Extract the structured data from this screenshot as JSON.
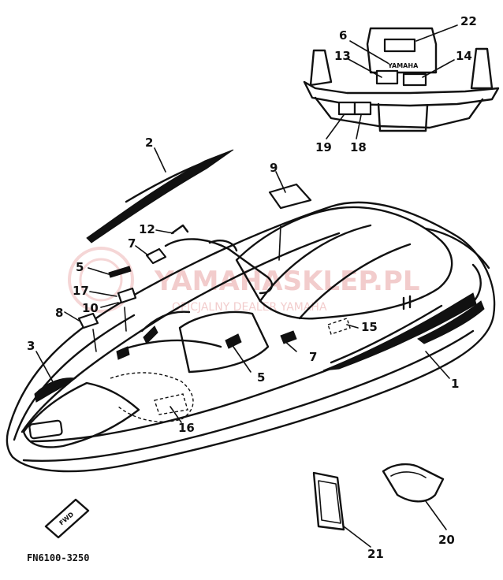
{
  "diagram": {
    "drawing_code": "FN6100-3250",
    "callouts": {
      "c1": "1",
      "c2": "2",
      "c3": "3",
      "c5a": "5",
      "c5b": "5",
      "c6": "6",
      "c7a": "7",
      "c7b": "7",
      "c8": "8",
      "c9": "9",
      "c10": "10",
      "c12": "12",
      "c13": "13",
      "c14": "14",
      "c15": "15",
      "c16": "16",
      "c17": "17",
      "c18": "18",
      "c19": "19",
      "c20": "20",
      "c21": "21",
      "c22": "22"
    },
    "decal_text": {
      "brand": "YAMAHA",
      "fwd": "FWD"
    }
  },
  "watermark": {
    "main": "YAMAHASKLEP.PL",
    "sub": "OFICJALNY DEALER YAMAHA"
  },
  "colors": {
    "line": "#111111",
    "watermark": "#e8a3a3"
  }
}
